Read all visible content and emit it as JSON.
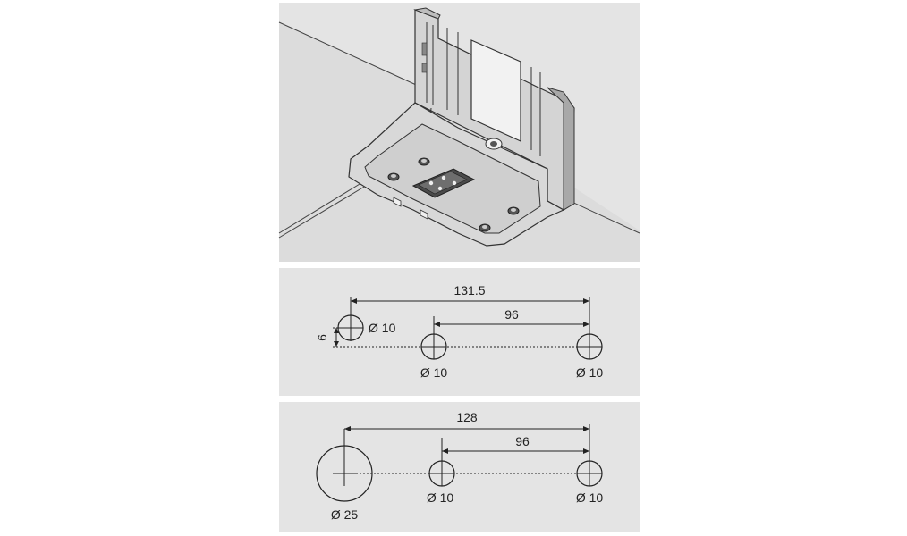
{
  "illustration": {
    "name": "3d-bracket-isometric"
  },
  "drilling_pattern_1": {
    "overall_distance": "131.5",
    "hole_spacing": "96",
    "vertical_offset": "6",
    "hole_left_label": "Ø 10",
    "hole_middle_label": "Ø 10",
    "hole_right_label": "Ø 10"
  },
  "drilling_pattern_2": {
    "overall_distance": "128",
    "hole_spacing": "96",
    "large_hole_label": "Ø 25",
    "hole_middle_label": "Ø 10",
    "hole_right_label": "Ø 10"
  },
  "colors": {
    "panel_bg": "#e4e4e4",
    "line": "#222222",
    "part_fill": "#d2d2d2",
    "part_dark": "#b0b0b0",
    "table_top": "#dcdcdc"
  }
}
